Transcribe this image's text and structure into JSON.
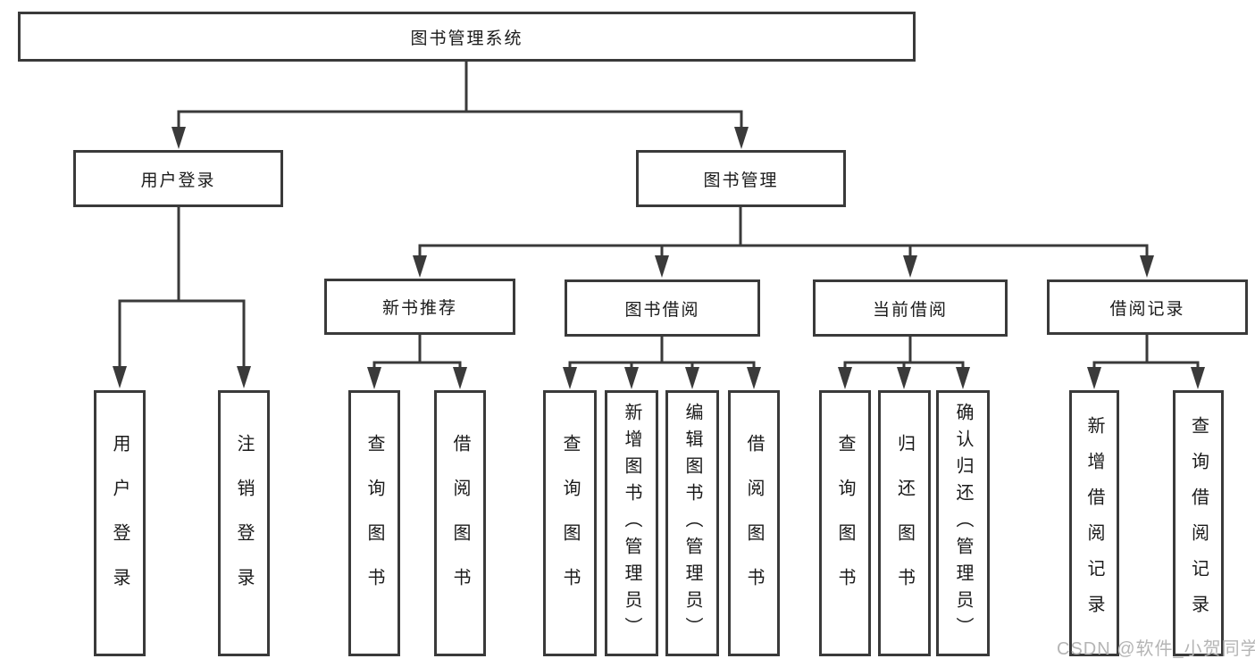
{
  "diagram": {
    "root": {
      "label": "图书管理系统"
    },
    "level2": {
      "user_login": {
        "label": "用户登录"
      },
      "book_management": {
        "label": "图书管理"
      }
    },
    "level3": {
      "new_book_recommend": {
        "label": "新书推荐"
      },
      "book_borrowing": {
        "label": "图书借阅"
      },
      "current_borrowing": {
        "label": "当前借阅"
      },
      "borrowing_records": {
        "label": "借阅记录"
      }
    },
    "leaves": {
      "user_login": [
        {
          "label": "用户登录"
        },
        {
          "label": "注销登录"
        }
      ],
      "new_book_recommend": [
        {
          "label": "查询图书"
        },
        {
          "label": "借阅图书"
        }
      ],
      "book_borrowing": [
        {
          "label": "查询图书"
        },
        {
          "label": "新增图书（管理员）"
        },
        {
          "label": "编辑图书（管理员）"
        },
        {
          "label": "借阅图书"
        }
      ],
      "current_borrowing": [
        {
          "label": "查询图书"
        },
        {
          "label": "归还图书"
        },
        {
          "label": "确认归还（管理员）"
        }
      ],
      "borrowing_records": [
        {
          "label": "新增借阅记录"
        },
        {
          "label": "查询借阅记录"
        }
      ]
    }
  },
  "watermark": {
    "text": "CSDN @软件_小贺同学"
  },
  "colors": {
    "line": "#3a3a3a",
    "text": "#1a1a1a",
    "watermark": "#b5b5b5"
  }
}
